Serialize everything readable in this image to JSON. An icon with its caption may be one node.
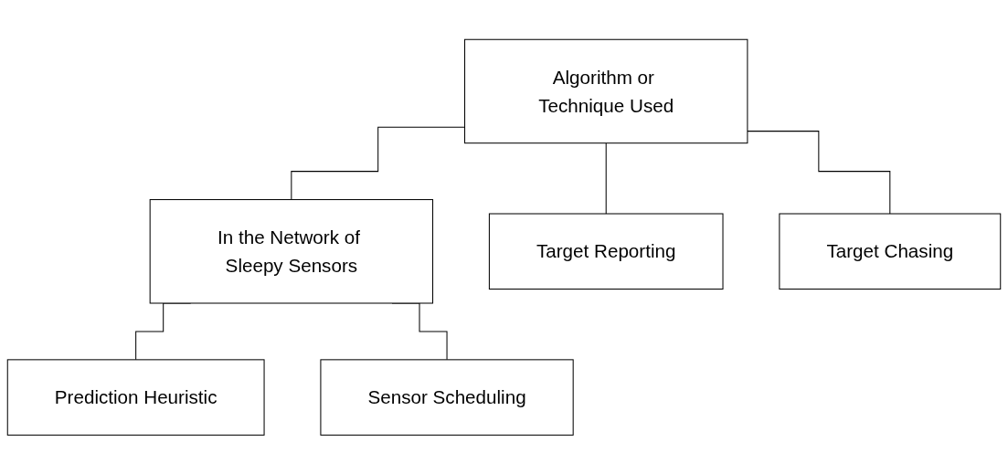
{
  "diagram": {
    "nodes": [
      {
        "text": [
          "Algorithm or Technique Used"
        ]
      },
      {
        "text": [
          "In the Network of Sleepy Sensors"
        ]
      },
      {
        "text": [
          "Target Reporting"
        ]
      },
      {
        "text": [
          "Target Chasing"
        ]
      },
      {
        "text": [
          "Prediction Heuristic"
        ]
      },
      {
        "text": [
          "Sensor Scheduling"
        ]
      }
    ],
    "edges": [
      {
        "from": 0,
        "to": 1,
        "arrow": "none"
      },
      {
        "from": 0,
        "to": 2,
        "arrow": "none"
      },
      {
        "from": 0,
        "to": 3,
        "arrow": "none"
      },
      {
        "from": 1,
        "to": 4,
        "arrow": "none"
      },
      {
        "from": 1,
        "to": 5,
        "arrow": "none"
      }
    ]
  }
}
